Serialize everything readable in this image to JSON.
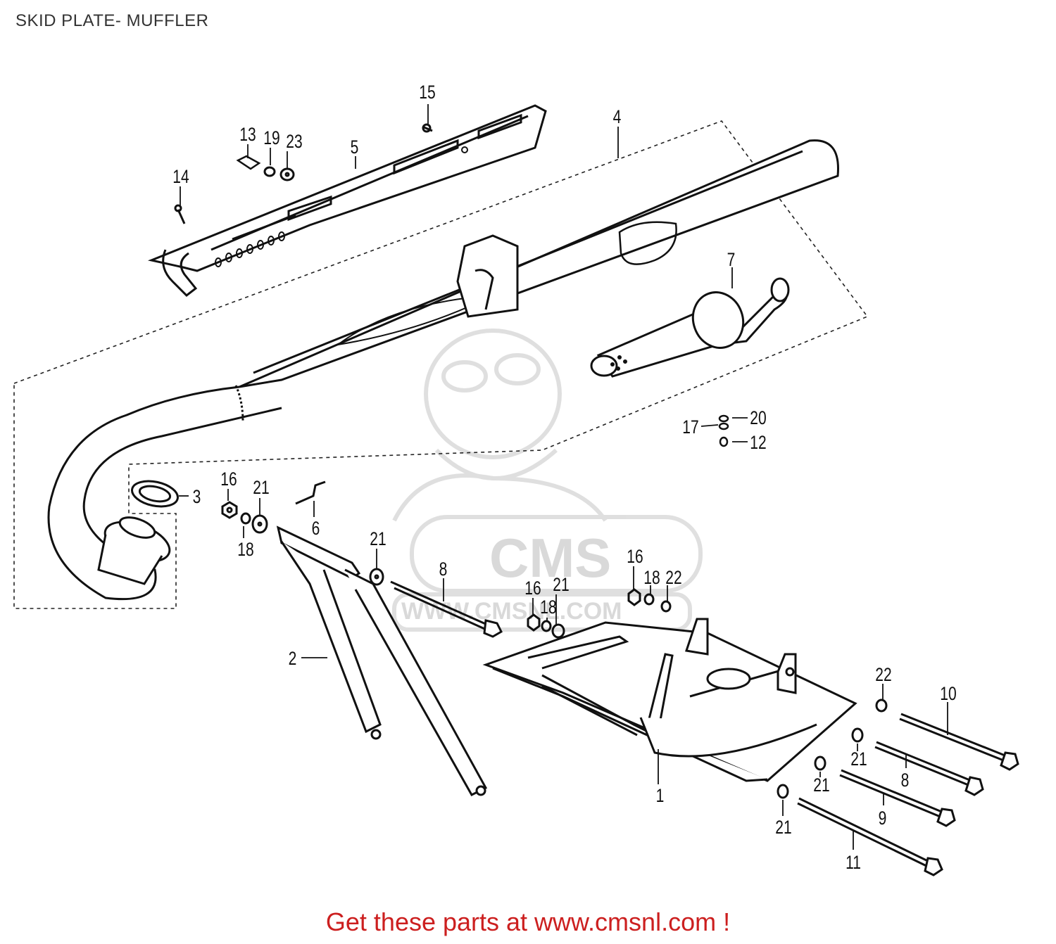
{
  "page": {
    "title": "SKID PLATE- MUFFLER"
  },
  "watermark": {
    "brand": "CMS",
    "url": "WWW.CMSNL.COM"
  },
  "callouts": [
    {
      "id": "c15",
      "text": "15"
    },
    {
      "id": "c13",
      "text": "13"
    },
    {
      "id": "c19",
      "text": "19"
    },
    {
      "id": "c23",
      "text": "23"
    },
    {
      "id": "c5",
      "text": "5"
    },
    {
      "id": "c4",
      "text": "4"
    },
    {
      "id": "c14",
      "text": "14"
    },
    {
      "id": "c7",
      "text": "7"
    },
    {
      "id": "c17",
      "text": "17"
    },
    {
      "id": "c20",
      "text": "20"
    },
    {
      "id": "c12",
      "text": "12"
    },
    {
      "id": "c3",
      "text": "3"
    },
    {
      "id": "c16a",
      "text": "16"
    },
    {
      "id": "c21a",
      "text": "21"
    },
    {
      "id": "c18a",
      "text": "18"
    },
    {
      "id": "c6",
      "text": "6"
    },
    {
      "id": "c21b",
      "text": "21"
    },
    {
      "id": "c8a",
      "text": "8"
    },
    {
      "id": "c16b",
      "text": "16"
    },
    {
      "id": "c21c",
      "text": "21"
    },
    {
      "id": "c18b",
      "text": "18"
    },
    {
      "id": "c16c",
      "text": "16"
    },
    {
      "id": "c18c",
      "text": "18"
    },
    {
      "id": "c22a",
      "text": "22"
    },
    {
      "id": "c2",
      "text": "2"
    },
    {
      "id": "c22b",
      "text": "22"
    },
    {
      "id": "c10",
      "text": "10"
    },
    {
      "id": "c21d",
      "text": "21"
    },
    {
      "id": "c8b",
      "text": "8"
    },
    {
      "id": "c21e",
      "text": "21"
    },
    {
      "id": "c9",
      "text": "9"
    },
    {
      "id": "c1",
      "text": "1"
    },
    {
      "id": "c21f",
      "text": "21"
    },
    {
      "id": "c11",
      "text": "11"
    }
  ],
  "footer": {
    "prefix": "Get these parts at ",
    "link_text": "www.cmsnl.com",
    "suffix": " !",
    "color": "#cc1f1f"
  }
}
